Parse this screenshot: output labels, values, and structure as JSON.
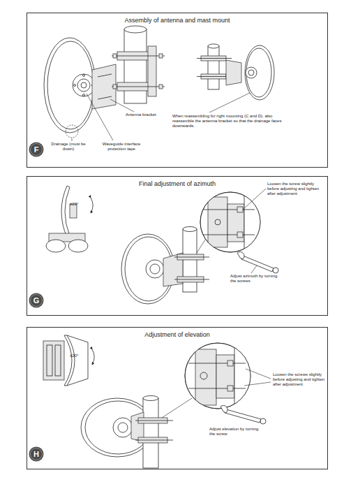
{
  "diagram": {
    "nodes": [
      {
        "text": [
          "Assembly of antenna and mast mount"
        ]
      },
      {
        "text": [
          "F"
        ],
        "in": 0
      },
      {
        "text": [
          "Final adjustment of azimuth"
        ]
      },
      {
        "text": [
          "G"
        ],
        "in": 2
      },
      {
        "text": [
          "Adjustment of elevation"
        ]
      },
      {
        "text": [
          "H"
        ],
        "in": 4
      }
    ],
    "labels": [
      "Antenna bracket",
      "Drainage (must be down)",
      "Waveguide interface protection tape",
      "When reassembling for right mounting (C and D), also reassemble the antenna bracket so that the drainage faces downwards.",
      "±20°",
      "Loosen the screw slightly before adjusting and tighten after adjustment",
      "Adjust azimuth by turning the screws",
      "±20°",
      "Loosen the screws slightly before adjusting and tighten after adjustment",
      "Adjust elevation by turning the screw"
    ]
  }
}
